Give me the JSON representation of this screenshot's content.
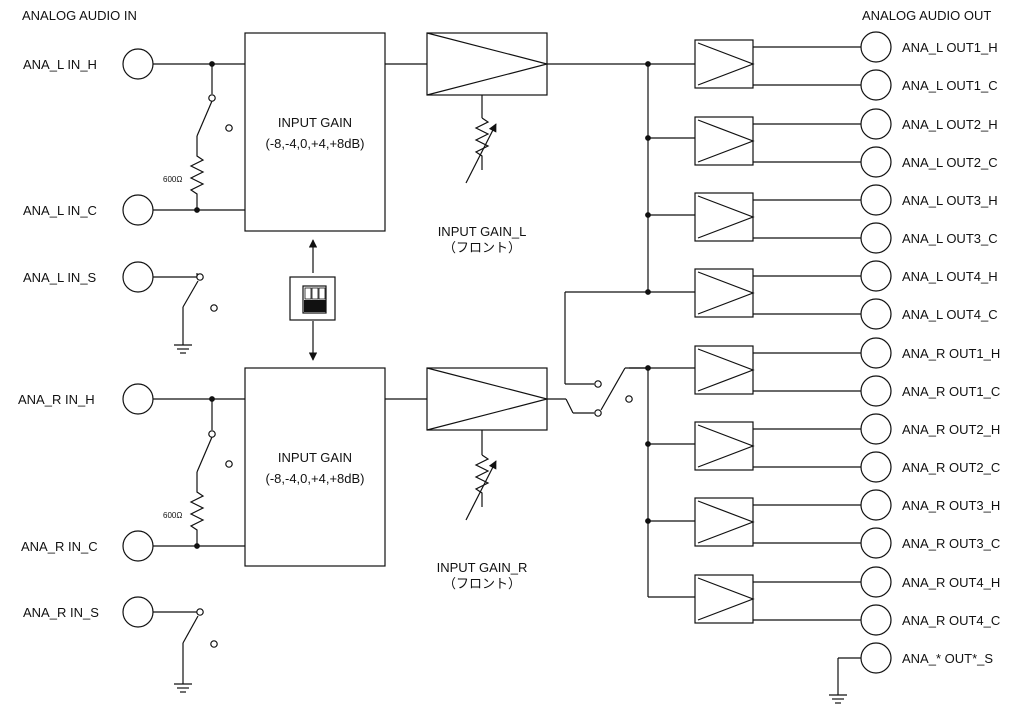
{
  "header": {
    "input_title": "ANALOG AUDIO IN",
    "output_title": "ANALOG AUDIO OUT"
  },
  "inputs": {
    "l_h": "ANA_L IN_H",
    "l_c": "ANA_L IN_C",
    "l_s": "ANA_L IN_S",
    "r_h": "ANA_R IN_H",
    "r_c": "ANA_R IN_C",
    "r_s": "ANA_R IN_S"
  },
  "resistor_label": "600Ω",
  "gain_block": {
    "title": "INPUT GAIN",
    "range": "(-8,-4,0,+4,+8dB)"
  },
  "gain_controls": {
    "left_name": "INPUT GAIN_L",
    "left_note": "（フロント）",
    "right_name": "INPUT GAIN_R",
    "right_note": "（フロント）"
  },
  "outputs": [
    "ANA_L OUT1_H",
    "ANA_L OUT1_C",
    "ANA_L OUT2_H",
    "ANA_L OUT2_C",
    "ANA_L OUT3_H",
    "ANA_L OUT3_C",
    "ANA_L OUT4_H",
    "ANA_L OUT4_C",
    "ANA_R OUT1_H",
    "ANA_R OUT1_C",
    "ANA_R OUT2_H",
    "ANA_R OUT2_C",
    "ANA_R OUT3_H",
    "ANA_R OUT3_C",
    "ANA_R OUT4_H",
    "ANA_R OUT4_C"
  ],
  "shield_output": "ANA_* OUT*_S"
}
